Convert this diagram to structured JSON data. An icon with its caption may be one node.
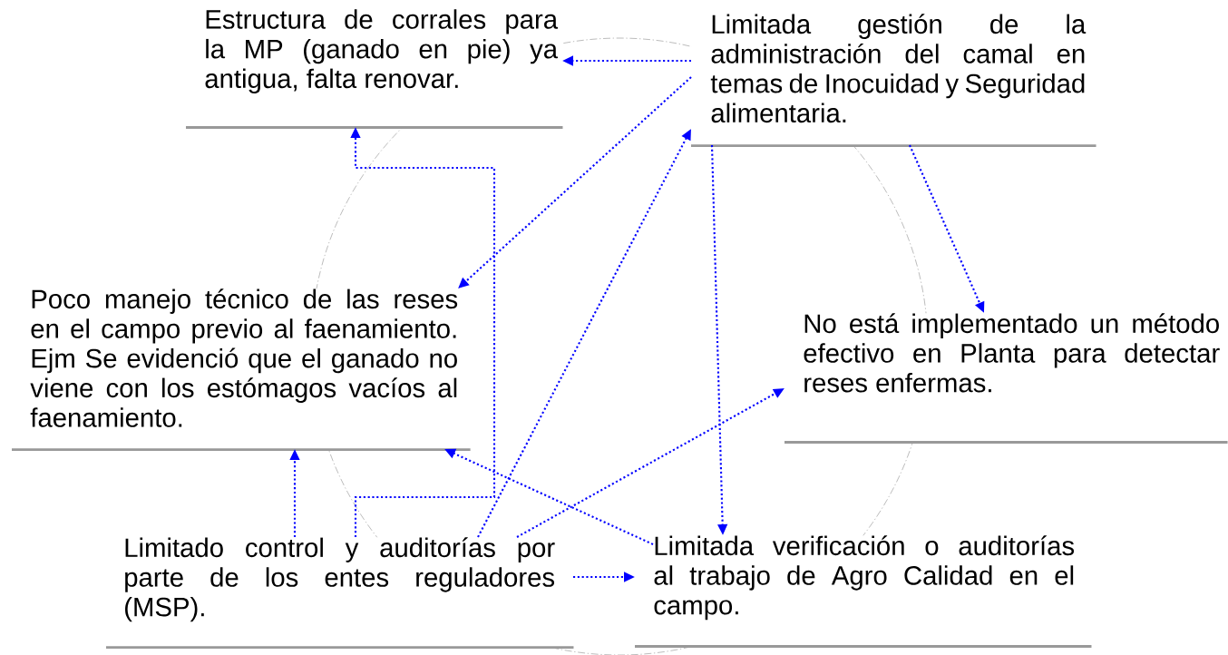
{
  "diagram": {
    "nodes": [
      {
        "text": [
          "Estructura de corrales para la MP (ganado en pie) ya antigua, falta renovar."
        ]
      },
      {
        "text": [
          "Limitada gestión de la administración del camal en temas de Inocuidad y Seguridad alimentaria."
        ]
      },
      {
        "text": [
          "Poco manejo técnico de las reses en el campo previo al faenamiento. Ejm Se evidenció que el ganado no viene con los estómagos vacíos al faenamiento."
        ]
      },
      {
        "text": [
          "No está implementado un método efectivo en Planta para detectar reses enfermas."
        ]
      },
      {
        "text": [
          "Limitado control y auditorías por parte de los entes reguladores (MSP)."
        ]
      },
      {
        "text": [
          "Limitada verificación o auditorías al trabajo de Agro Calidad en el campo."
        ]
      }
    ],
    "edges": [
      {
        "from": 1,
        "to": 0,
        "arrow": "to"
      },
      {
        "from": 1,
        "to": 2,
        "arrow": "to"
      },
      {
        "from": 4,
        "to": 1,
        "arrow": "to"
      },
      {
        "from": 1,
        "to": 5,
        "arrow": "to"
      },
      {
        "from": 1,
        "to": 3,
        "arrow": "to"
      },
      {
        "from": 4,
        "to": 0,
        "arrow": "to"
      },
      {
        "from": 4,
        "to": 2,
        "arrow": "to"
      },
      {
        "from": 5,
        "to": 2,
        "arrow": "to"
      },
      {
        "from": 4,
        "to": 3,
        "arrow": "to"
      },
      {
        "from": 4,
        "to": 5,
        "arrow": "to"
      }
    ]
  }
}
